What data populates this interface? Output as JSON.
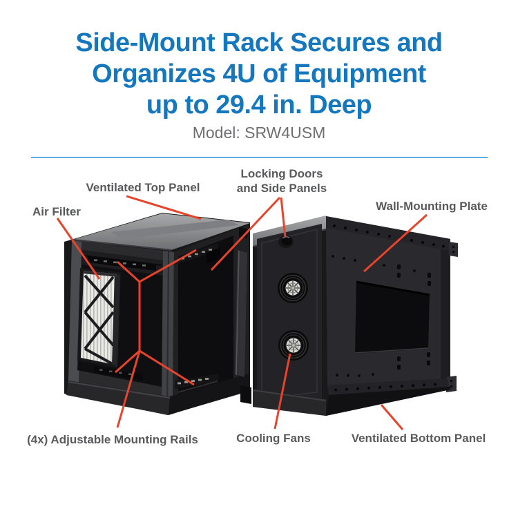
{
  "header": {
    "title_line1": "Side-Mount Rack Secures and",
    "title_line2": "Organizes 4U of Equipment",
    "title_line3": "up to 29.4 in. Deep",
    "model_label": "Model: SRW4USM"
  },
  "callouts": {
    "ventilated_top_panel": "Ventilated Top Panel",
    "locking_doors_line1": "Locking Doors",
    "locking_doors_line2": "and Side Panels",
    "air_filter": "Air Filter",
    "wall_mounting_plate": "Wall-Mounting Plate",
    "adjustable_mounting_rails": "(4x) Adjustable Mounting Rails",
    "cooling_fans": "Cooling Fans",
    "ventilated_bottom_panel": "Ventilated Bottom Panel"
  },
  "colors": {
    "title_blue": "#1577bd",
    "divider_blue": "#56ade4",
    "label_gray": "#58595b",
    "model_gray": "#6d6e70",
    "leader_red": "#e8432b",
    "rack_black": "#19191b"
  }
}
